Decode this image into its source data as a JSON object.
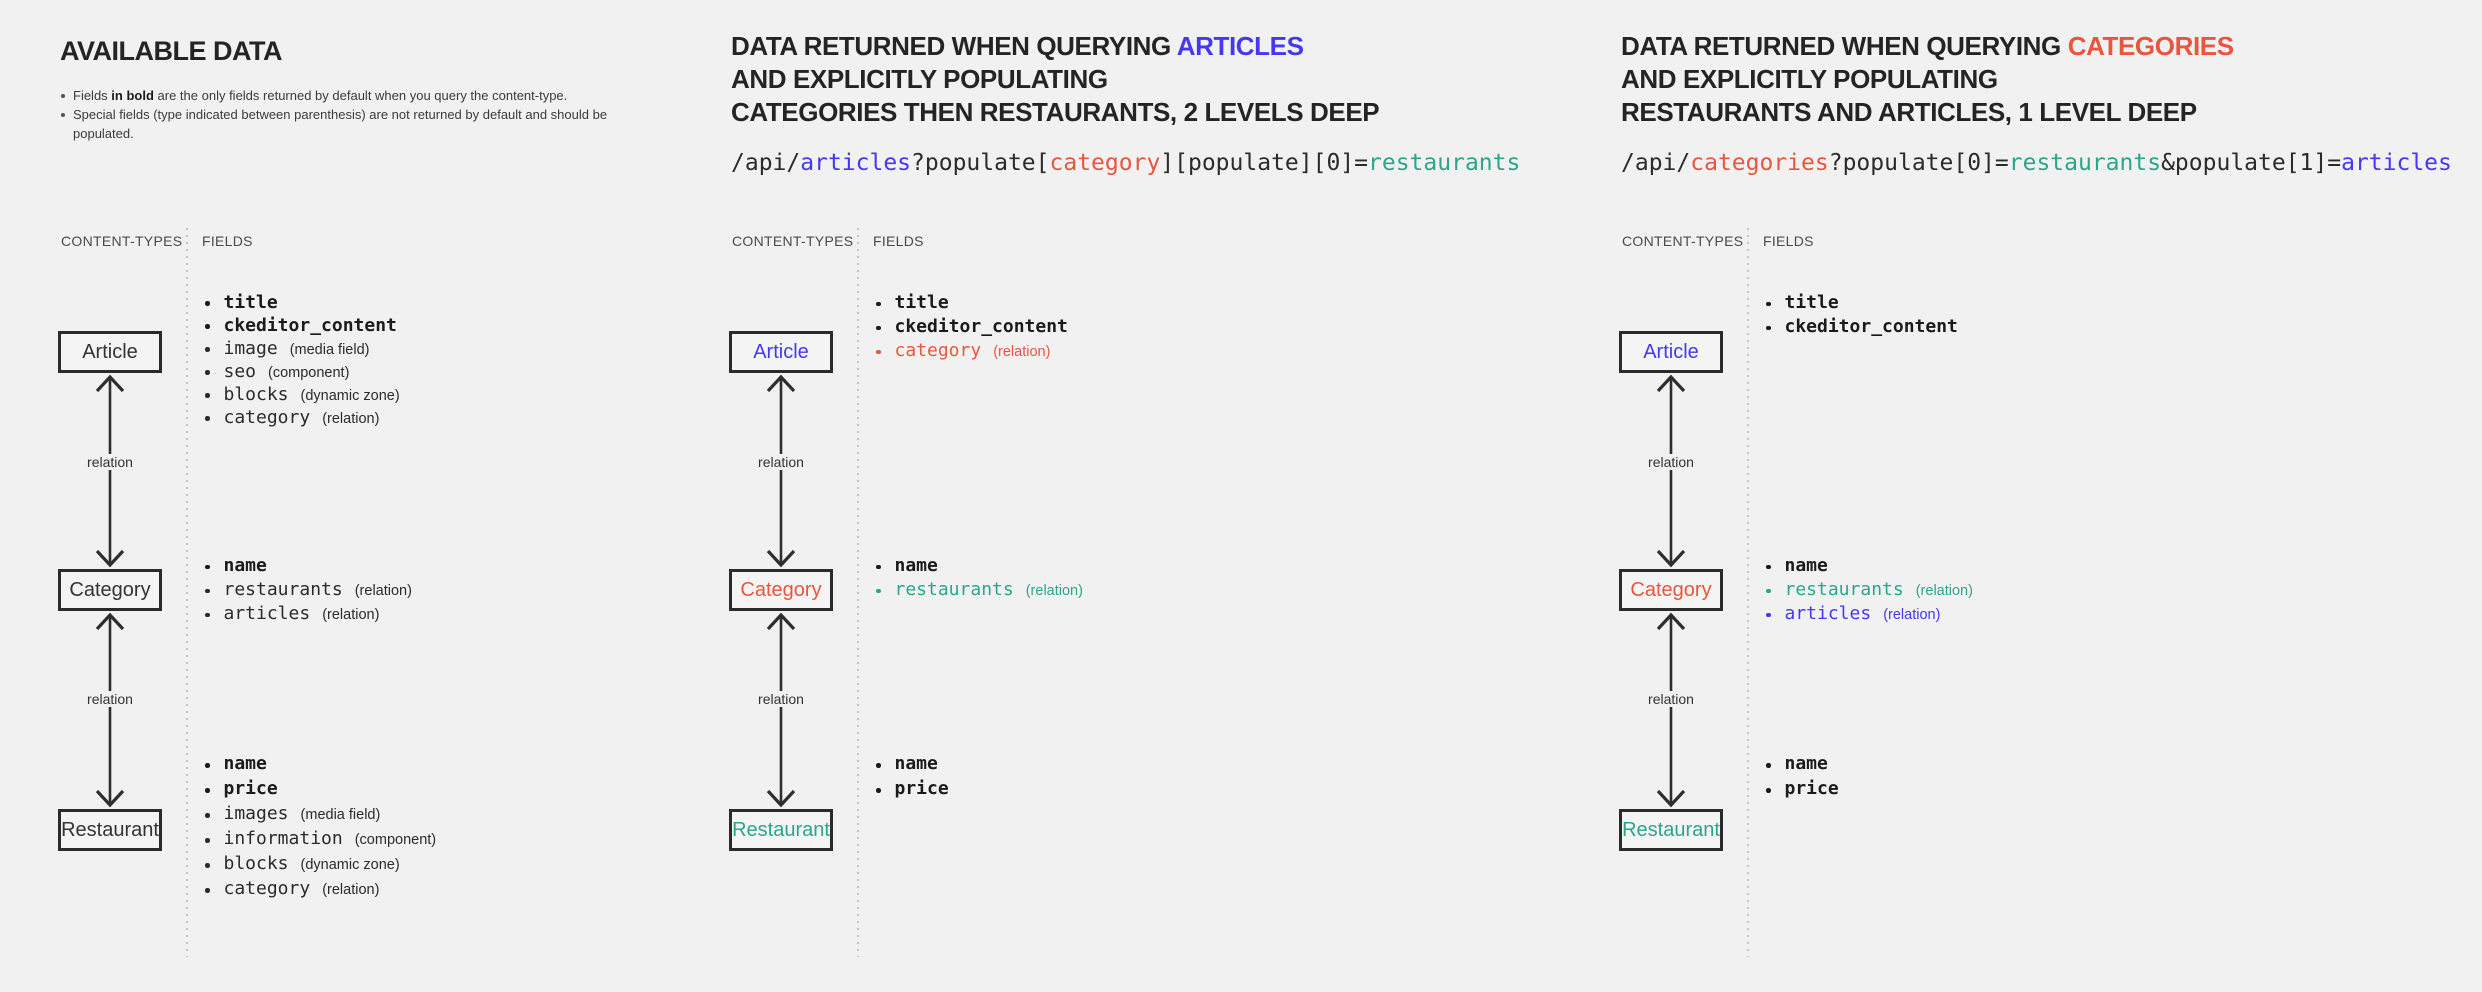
{
  "page": {
    "background": "#f1f1f2"
  },
  "palette": {
    "ink": "#2b2b2b",
    "blue": "#4637f0",
    "red": "#e9563e",
    "teal": "#2aa68a"
  },
  "available": {
    "title": "AVAILABLE DATA",
    "note1_pre": "Fields ",
    "note1_bold": "in bold",
    "note1_post": " are the only fields returned by default when you query the content-type.",
    "note2": "Special fields (type indicated between parenthesis) are not returned by default and should be populated."
  },
  "articles_query": {
    "title_pre": "DATA RETURNED WHEN QUERYING ",
    "title_highlight": "ARTICLES",
    "highlight_color": "#4637f0",
    "title_line2": "AND EXPLICITLY POPULATING",
    "title_line3": "CATEGORIES THEN RESTAURANTS, 2 LEVELS DEEP",
    "code": [
      {
        "text": "/api/",
        "color": "#2b2b2b"
      },
      {
        "text": "articles",
        "color": "#4637f0"
      },
      {
        "text": "?populate[",
        "color": "#2b2b2b"
      },
      {
        "text": "category",
        "color": "#e9563e"
      },
      {
        "text": "][populate][0]=",
        "color": "#2b2b2b"
      },
      {
        "text": "restaurants",
        "color": "#2aa68a"
      }
    ]
  },
  "categories_query": {
    "title_pre": "DATA RETURNED WHEN QUERYING ",
    "title_highlight": "CATEGORIES",
    "highlight_color": "#e9563e",
    "title_line2": "AND EXPLICITLY POPULATING",
    "title_line3": "RESTAURANTS AND ARTICLES, 1 LEVEL DEEP",
    "code": [
      {
        "text": "/api/",
        "color": "#2b2b2b"
      },
      {
        "text": "categories",
        "color": "#e9563e"
      },
      {
        "text": "?populate[0]=",
        "color": "#2b2b2b"
      },
      {
        "text": "restaurants",
        "color": "#2aa68a"
      },
      {
        "text": "&populate[1]=",
        "color": "#2b2b2b"
      },
      {
        "text": "articles",
        "color": "#4637f0"
      }
    ]
  },
  "diagram_labels": {
    "content_types": "CONTENT-TYPES",
    "fields": "FIELDS",
    "relation": "relation"
  },
  "columns": [
    {
      "id": "available-data",
      "nodes": [
        {
          "label": "Article",
          "color": "#333333",
          "fields": [
            {
              "name": "title",
              "type": "",
              "bold": true,
              "color": "#1b1b1b"
            },
            {
              "name": "ckeditor_content",
              "type": "",
              "bold": true,
              "color": "#1b1b1b"
            },
            {
              "name": "image",
              "type": "(media field)",
              "bold": false,
              "color": "#2b2b2b"
            },
            {
              "name": "seo",
              "type": "(component)",
              "bold": false,
              "color": "#2b2b2b"
            },
            {
              "name": "blocks",
              "type": "(dynamic zone)",
              "bold": false,
              "color": "#2b2b2b"
            },
            {
              "name": "category",
              "type": "(relation)",
              "bold": false,
              "color": "#2b2b2b"
            }
          ]
        },
        {
          "label": "Category",
          "color": "#333333",
          "fields": [
            {
              "name": "name",
              "type": "",
              "bold": true,
              "color": "#1b1b1b"
            },
            {
              "name": "restaurants",
              "type": "(relation)",
              "bold": false,
              "color": "#2b2b2b"
            },
            {
              "name": "articles",
              "type": "(relation)",
              "bold": false,
              "color": "#2b2b2b"
            }
          ]
        },
        {
          "label": "Restaurant",
          "color": "#333333",
          "fields": [
            {
              "name": "name",
              "type": "",
              "bold": true,
              "color": "#1b1b1b"
            },
            {
              "name": "price",
              "type": "",
              "bold": true,
              "color": "#1b1b1b"
            },
            {
              "name": "images",
              "type": "(media field)",
              "bold": false,
              "color": "#2b2b2b"
            },
            {
              "name": "information",
              "type": "(component)",
              "bold": false,
              "color": "#2b2b2b"
            },
            {
              "name": "blocks",
              "type": "(dynamic zone)",
              "bold": false,
              "color": "#2b2b2b"
            },
            {
              "name": "category",
              "type": "(relation)",
              "bold": false,
              "color": "#2b2b2b"
            }
          ]
        }
      ]
    },
    {
      "id": "query-articles",
      "nodes": [
        {
          "label": "Article",
          "color": "#4637f0",
          "fields": [
            {
              "name": "title",
              "type": "",
              "bold": true,
              "color": "#1b1b1b"
            },
            {
              "name": "ckeditor_content",
              "type": "",
              "bold": true,
              "color": "#1b1b1b"
            },
            {
              "name": "category",
              "type": "(relation)",
              "bold": false,
              "color": "#e9563e"
            }
          ]
        },
        {
          "label": "Category",
          "color": "#e9563e",
          "fields": [
            {
              "name": "name",
              "type": "",
              "bold": true,
              "color": "#1b1b1b"
            },
            {
              "name": "restaurants",
              "type": "(relation)",
              "bold": false,
              "color": "#2aa68a"
            }
          ]
        },
        {
          "label": "Restaurant",
          "color": "#2aa68a",
          "fields": [
            {
              "name": "name",
              "type": "",
              "bold": true,
              "color": "#1b1b1b"
            },
            {
              "name": "price",
              "type": "",
              "bold": true,
              "color": "#1b1b1b"
            }
          ]
        }
      ]
    },
    {
      "id": "query-categories",
      "nodes": [
        {
          "label": "Article",
          "color": "#4637f0",
          "fields": [
            {
              "name": "title",
              "type": "",
              "bold": true,
              "color": "#1b1b1b"
            },
            {
              "name": "ckeditor_content",
              "type": "",
              "bold": true,
              "color": "#1b1b1b"
            }
          ]
        },
        {
          "label": "Category",
          "color": "#e9563e",
          "fields": [
            {
              "name": "name",
              "type": "",
              "bold": true,
              "color": "#1b1b1b"
            },
            {
              "name": "restaurants",
              "type": "(relation)",
              "bold": false,
              "color": "#2aa68a"
            },
            {
              "name": "articles",
              "type": "(relation)",
              "bold": false,
              "color": "#4637f0"
            }
          ]
        },
        {
          "label": "Restaurant",
          "color": "#2aa68a",
          "fields": [
            {
              "name": "name",
              "type": "",
              "bold": true,
              "color": "#1b1b1b"
            },
            {
              "name": "price",
              "type": "",
              "bold": true,
              "color": "#1b1b1b"
            }
          ]
        }
      ]
    }
  ]
}
